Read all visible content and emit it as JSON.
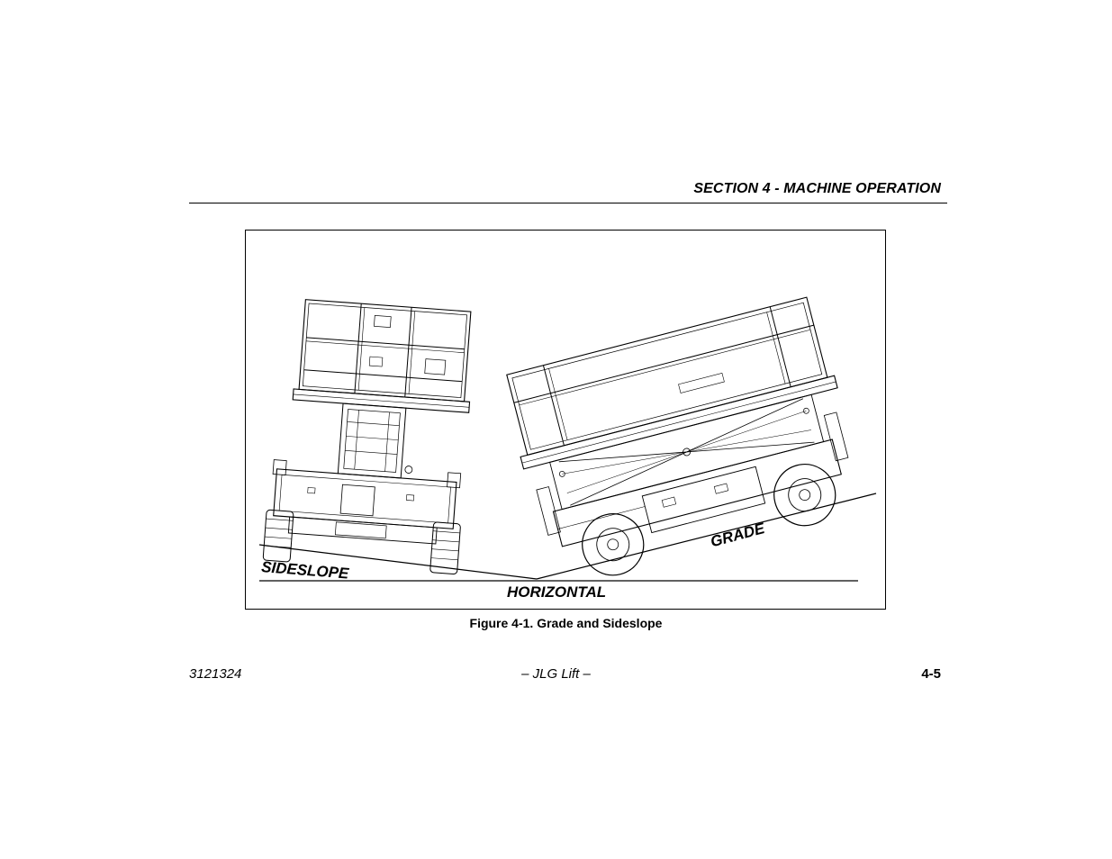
{
  "header": {
    "section_title": "SECTION 4 - MACHINE OPERATION"
  },
  "figure": {
    "labels": {
      "sideslope": "SIDESLOPE",
      "grade": "GRADE",
      "horizontal": "HORIZONTAL"
    },
    "caption": "Figure 4-1. Grade and Sideslope"
  },
  "footer": {
    "doc_number": "3121324",
    "center_text": "– JLG Lift –",
    "page_number": "4-5"
  }
}
